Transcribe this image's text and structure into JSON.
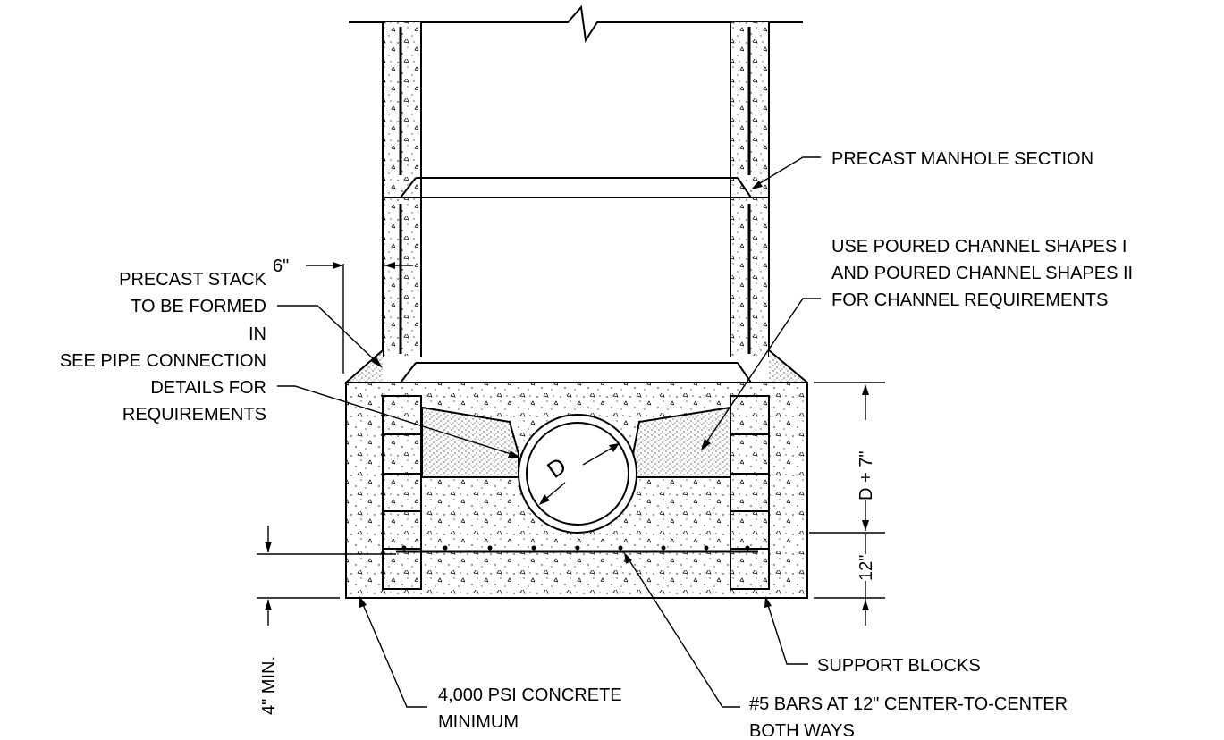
{
  "labels": {
    "precast_manhole_section": "PRECAST MANHOLE SECTION",
    "precast_stack_1": "PRECAST STACK",
    "precast_stack_2": "TO BE FORMED",
    "precast_stack_3": "IN",
    "see_pipe_1": "SEE PIPE CONNECTION",
    "see_pipe_2": "DETAILS FOR",
    "see_pipe_3": "REQUIREMENTS",
    "use_poured_1": "USE POURED CHANNEL SHAPES I",
    "use_poured_2": "AND POURED CHANNEL SHAPES II",
    "use_poured_3": "FOR CHANNEL REQUIREMENTS",
    "support_blocks": "SUPPORT BLOCKS",
    "concrete_1": "4,000 PSI CONCRETE",
    "concrete_2": "MINIMUM",
    "bars_1": "#5 BARS AT 12\" CENTER-TO-CENTER",
    "bars_2": "BOTH WAYS"
  },
  "dimensions": {
    "wall": "6\"",
    "pipe": "D",
    "height": "D + 7\"",
    "slab": "12\"",
    "min": "4\" MIN."
  }
}
